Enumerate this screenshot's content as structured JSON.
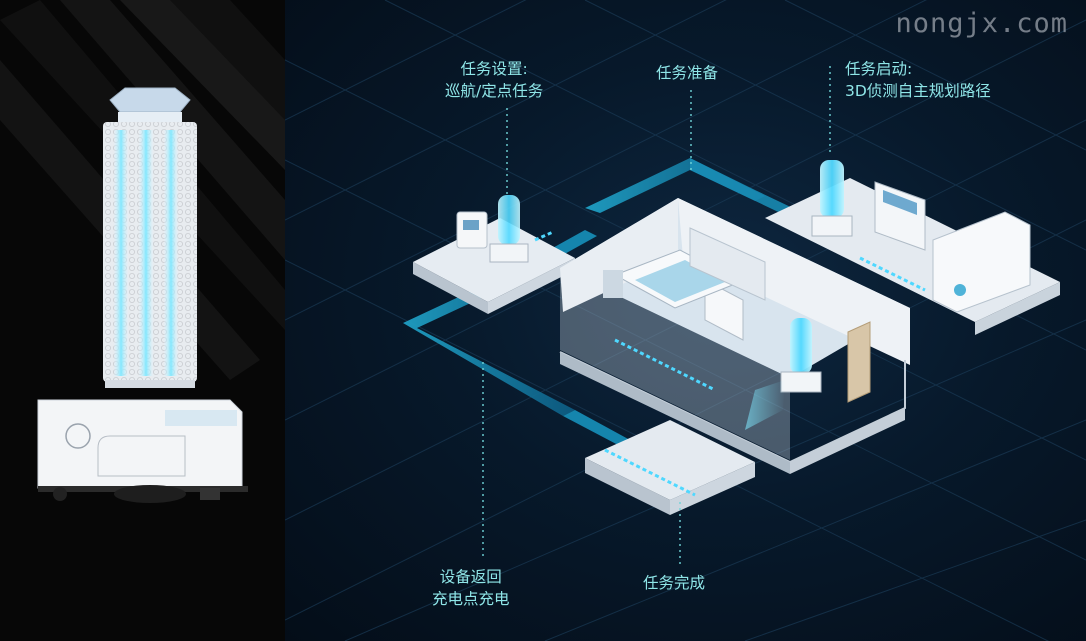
{
  "watermark": "nongjx.com",
  "steps": {
    "task_setting": {
      "line1": "任务设置:",
      "line2": "巡航/定点任务"
    },
    "task_prepare": {
      "line1": "任务准备"
    },
    "task_start": {
      "line1": "任务启动:",
      "line2": "3D侦测自主规划路径"
    },
    "return_charge": {
      "line1": "设备返回",
      "line2": "充电点充电"
    },
    "task_complete": {
      "line1": "任务完成"
    }
  },
  "colors": {
    "label_text": "#8fe6e8",
    "route": "#1f9fc4",
    "uv_light": "#7fe8ff",
    "background": "#07192b"
  }
}
